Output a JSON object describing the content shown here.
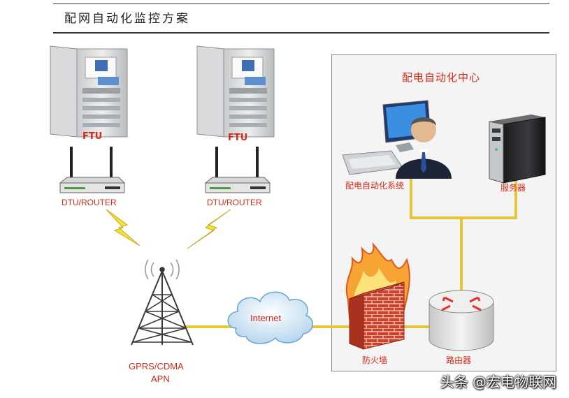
{
  "header": {
    "title": "配网自动化监控方案"
  },
  "nodes": {
    "ftu_left": "FTU",
    "ftu_right": "FTU",
    "router_left": "DTU/ROUTER",
    "router_right": "DTU/ROUTER",
    "tower_line1": "GPRS/CDMA",
    "tower_line2": "APN",
    "internet": "Internet",
    "firewall": "防火墙",
    "router_core": "路由器",
    "system": "配电自动化系统",
    "server": "服务器"
  },
  "center": {
    "title": "配电自动化中心"
  },
  "watermark": "头条 @宏电物联网",
  "colors": {
    "label_red": "#d42a1a",
    "link_gold": "#e7c53b",
    "bolt_yellow": "#f2e23a",
    "firewall_brick": "#c8422e"
  }
}
